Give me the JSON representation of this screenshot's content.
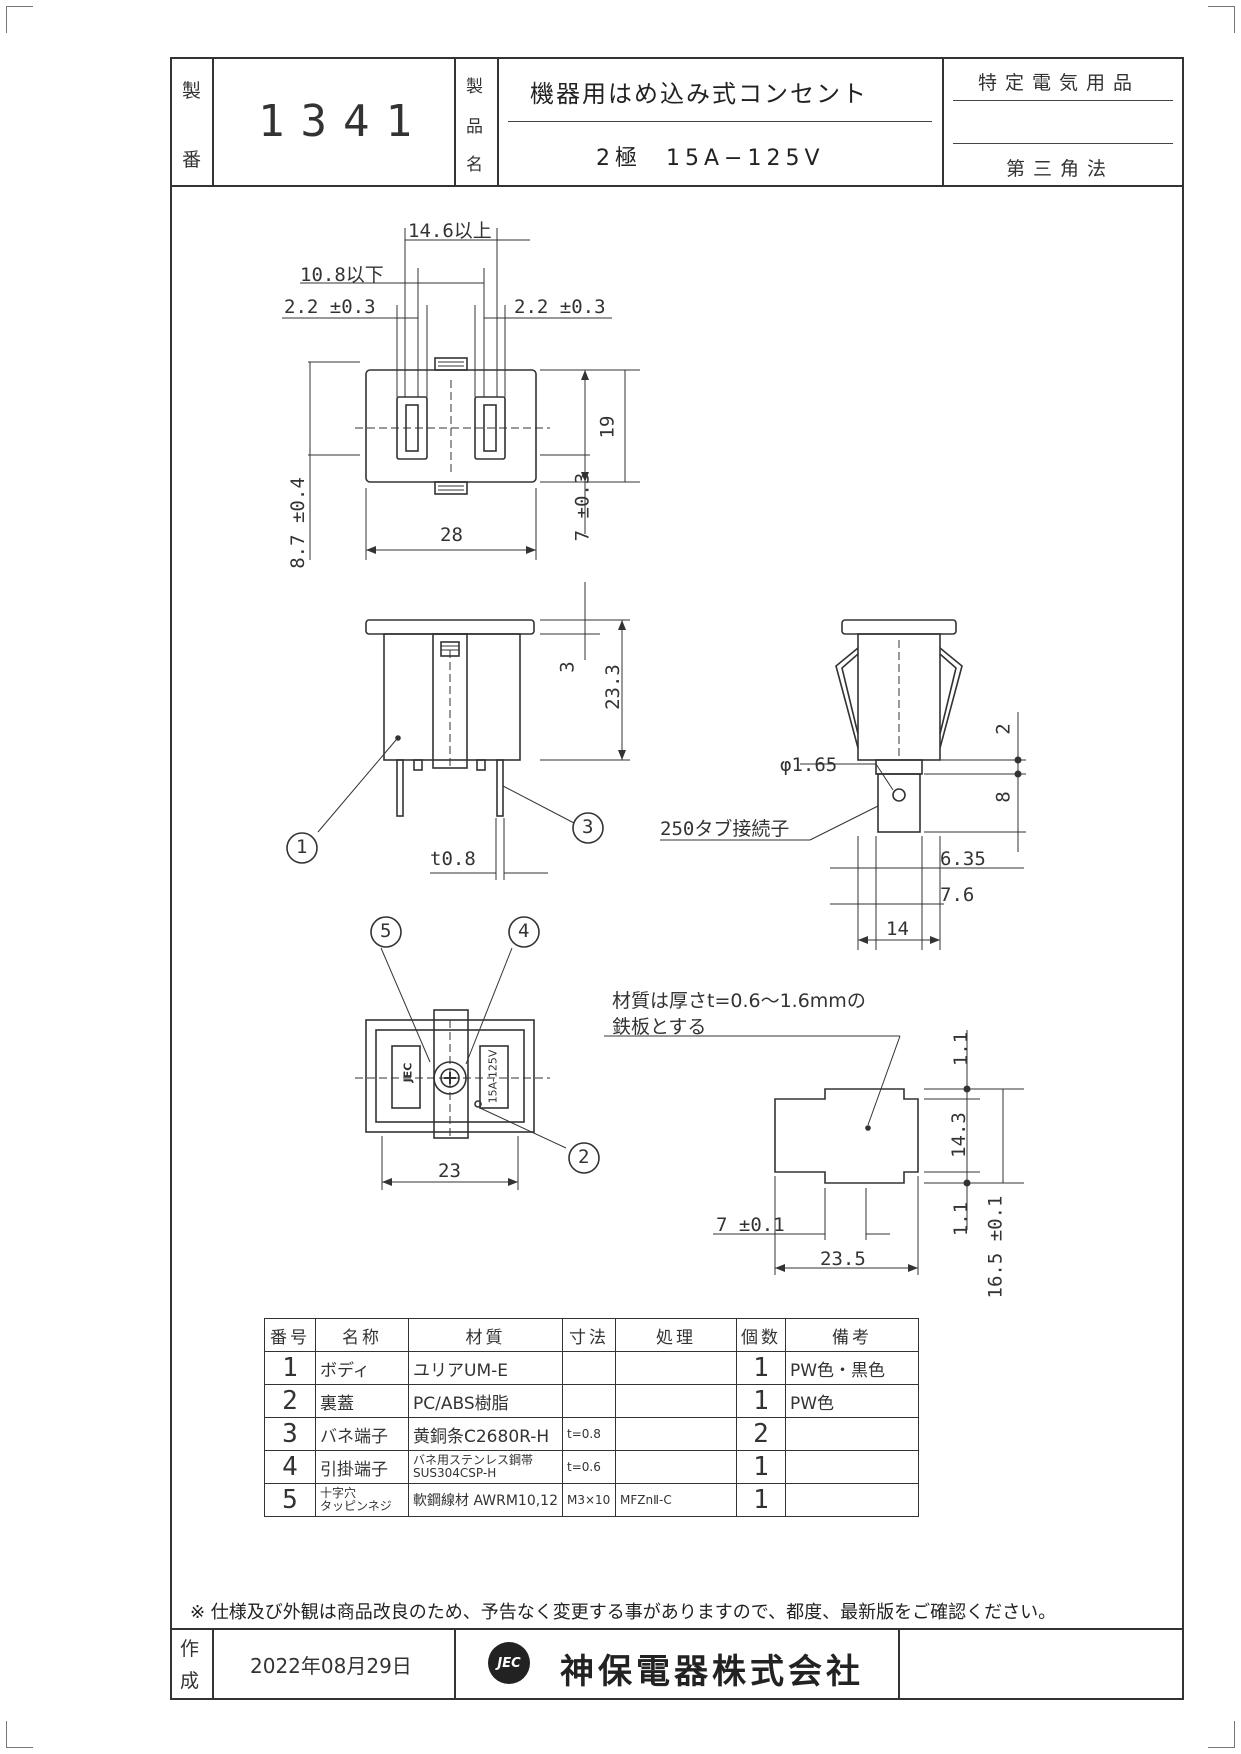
{
  "title_block": {
    "seiban_label_1": "製",
    "seiban_label_2": "番",
    "drawing_number": "1341",
    "product_label_1": "製",
    "product_label_2": "品",
    "product_label_3": "名",
    "product_name": "機器用はめ込み式コンセント",
    "product_spec": "2極  15A−125V",
    "regulation": "特定電気用品",
    "projection": "第三角法"
  },
  "dimensions": {
    "top_view": {
      "span_upper": "14.6以上",
      "span_lower": "10.8以下",
      "blade_left": "2.2 ±0.3",
      "blade_right": "2.2 ±0.3",
      "height_19": "19",
      "offset_left": "8.7 ±0.4",
      "offset_right": "7 ±0.3",
      "width_28": "28"
    },
    "front_view": {
      "flange": "3",
      "height": "23.3",
      "thickness": "t0.8",
      "callout_1": "1",
      "callout_3": "3"
    },
    "side_view": {
      "hole": "φ1.65",
      "tab": "250タブ接続子",
      "d2": "2",
      "d8": "8",
      "d635": "6.35",
      "d76": "7.6",
      "d14": "14"
    },
    "bottom_view": {
      "callout_5": "5",
      "callout_4": "4",
      "callout_2": "2",
      "width_23": "23",
      "mark_rating": "15A-125V",
      "mark_brand": "JEC"
    },
    "panel_view": {
      "note_line_1": "材質は厚さt=0.6〜1.6mmの",
      "note_line_2": "鉄板とする",
      "d11_top": "1.1",
      "d143": "14.3",
      "d11_bottom": "1.1",
      "d165": "16.5 ±0.1",
      "d7": "7 ±0.1",
      "d235": "23.5"
    }
  },
  "parts_table": {
    "headers": [
      "番号",
      "名称",
      "材質",
      "寸法",
      "処理",
      "個数",
      "備考"
    ],
    "rows": [
      {
        "no": "1",
        "name": "ボディ",
        "material": "ユリアUM-E",
        "size": "",
        "treatment": "",
        "qty": "1",
        "remarks": "PW色・黒色"
      },
      {
        "no": "2",
        "name": "裏蓋",
        "material": "PC/ABS樹脂",
        "size": "",
        "treatment": "",
        "qty": "1",
        "remarks": "PW色"
      },
      {
        "no": "3",
        "name": "バネ端子",
        "material": "黄銅条C2680R-H",
        "size": "t=0.8",
        "treatment": "",
        "qty": "2",
        "remarks": ""
      },
      {
        "no": "4",
        "name": "引掛端子",
        "material_1": "バネ用ステンレス鋼帯",
        "material_2": "SUS304CSP-H",
        "size": "t=0.6",
        "treatment": "",
        "qty": "1",
        "remarks": ""
      },
      {
        "no": "5",
        "name_1": "十字穴",
        "name_2": "タッピンネジ",
        "material": "軟鋼線材 AWRM10,12",
        "size": "M3×10",
        "treatment": "MFZnⅡ-C",
        "qty": "1",
        "remarks": ""
      }
    ]
  },
  "footer": {
    "disclaimer": "※ 仕様及び外観は商品改良のため、予告なく変更する事がありますので、都度、最新版をご確認ください。",
    "made_label_1": "作",
    "made_label_2": "成",
    "date": "2022年08月29日",
    "logo_text": "JEC",
    "company": "神保電器株式会社"
  }
}
